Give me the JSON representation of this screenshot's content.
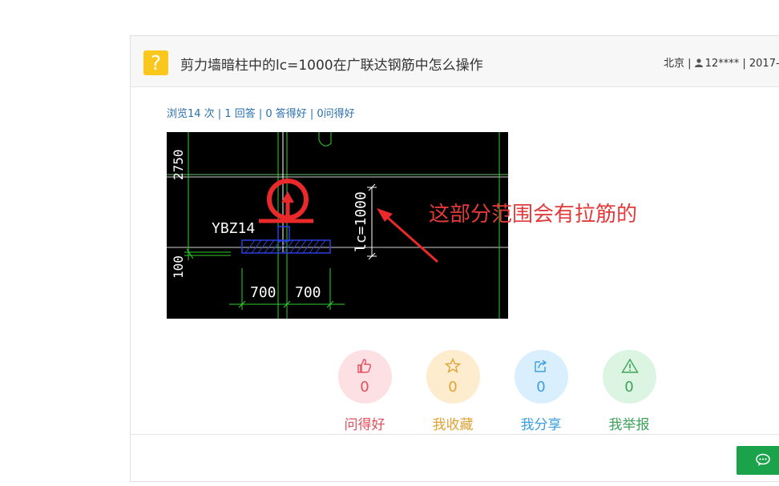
{
  "question": {
    "title": "剪力墙暗柱中的lc=1000在广联达钢筋中怎么操作",
    "location": "北京",
    "user": "12****",
    "date_partial": "2017-",
    "stats": "浏览14 次 | 1 回答 | 0 答得好 | 0问得好"
  },
  "figure": {
    "cad_labels": {
      "dim_top": "2750",
      "dim_left": "100",
      "column_name": "YBZ14",
      "lc": "lc=1000",
      "dim_a": "700",
      "dim_b": "700"
    },
    "annotation": "这部分范围会有拉筋的"
  },
  "actions": [
    {
      "label": "问得好",
      "count": "0",
      "icon": "thumbs-up-icon",
      "color": "#e34f5e",
      "bg": "#fde0e3"
    },
    {
      "label": "我收藏",
      "count": "0",
      "icon": "star-icon",
      "color": "#e0a335",
      "bg": "#fdeccd"
    },
    {
      "label": "我分享",
      "count": "0",
      "icon": "share-icon",
      "color": "#3b9ee0",
      "bg": "#d9effd"
    },
    {
      "label": "我举报",
      "count": "0",
      "icon": "warning-icon",
      "color": "#3ea35a",
      "bg": "#dcf5e2"
    }
  ],
  "colors": {
    "accent_green": "#1aa34a",
    "question_icon_bg": "#fac81c",
    "link_blue": "#2a6fb0",
    "annotation_red": "#e23a3a"
  }
}
